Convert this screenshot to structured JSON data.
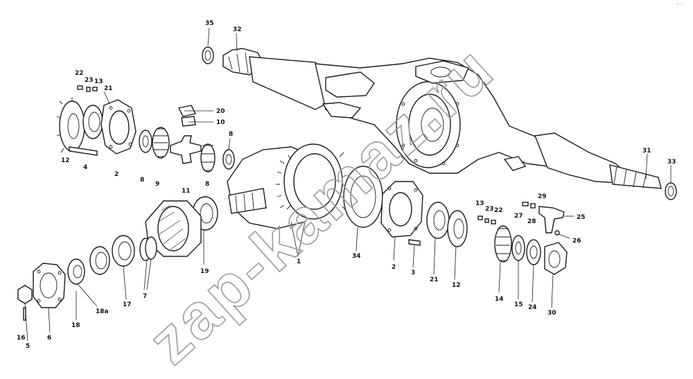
{
  "watermark": "zap-kamaz.ru",
  "corner_mark": "⁼ ⁻",
  "callouts": [
    {
      "id": "c35",
      "text": "35"
    },
    {
      "id": "c32",
      "text": "32"
    },
    {
      "id": "c22a",
      "text": "22"
    },
    {
      "id": "c23a",
      "text": "23"
    },
    {
      "id": "c13a",
      "text": "13"
    },
    {
      "id": "c21",
      "text": "21"
    },
    {
      "id": "c12a",
      "text": "12"
    },
    {
      "id": "c4",
      "text": "4"
    },
    {
      "id": "c2a",
      "text": "2"
    },
    {
      "id": "c8a",
      "text": "8"
    },
    {
      "id": "c9",
      "text": "9"
    },
    {
      "id": "c20",
      "text": "20"
    },
    {
      "id": "c10",
      "text": "10"
    },
    {
      "id": "c11",
      "text": "11"
    },
    {
      "id": "c8b",
      "text": "8"
    },
    {
      "id": "c8c",
      "text": "8"
    },
    {
      "id": "c31",
      "text": "31"
    },
    {
      "id": "c33",
      "text": "33"
    },
    {
      "id": "c19",
      "text": "19"
    },
    {
      "id": "c1",
      "text": "1"
    },
    {
      "id": "c34",
      "text": "34"
    },
    {
      "id": "c2b",
      "text": "2"
    },
    {
      "id": "c3",
      "text": "3"
    },
    {
      "id": "c21b",
      "text": "21"
    },
    {
      "id": "c12b",
      "text": "12"
    },
    {
      "id": "c13b",
      "text": "13"
    },
    {
      "id": "c23b",
      "text": "23"
    },
    {
      "id": "c22b",
      "text": "22"
    },
    {
      "id": "c27",
      "text": "27"
    },
    {
      "id": "c28",
      "text": "28"
    },
    {
      "id": "c29",
      "text": "29"
    },
    {
      "id": "c25",
      "text": "25"
    },
    {
      "id": "c26",
      "text": "26"
    },
    {
      "id": "c14",
      "text": "14"
    },
    {
      "id": "c15",
      "text": "15"
    },
    {
      "id": "c24",
      "text": "24"
    },
    {
      "id": "c30",
      "text": "30"
    },
    {
      "id": "c7",
      "text": "7"
    },
    {
      "id": "c17",
      "text": "17"
    },
    {
      "id": "c18a",
      "text": "18a"
    },
    {
      "id": "c18",
      "text": "18"
    },
    {
      "id": "c6",
      "text": "6"
    },
    {
      "id": "c5",
      "text": "5"
    },
    {
      "id": "c16",
      "text": "16"
    }
  ]
}
